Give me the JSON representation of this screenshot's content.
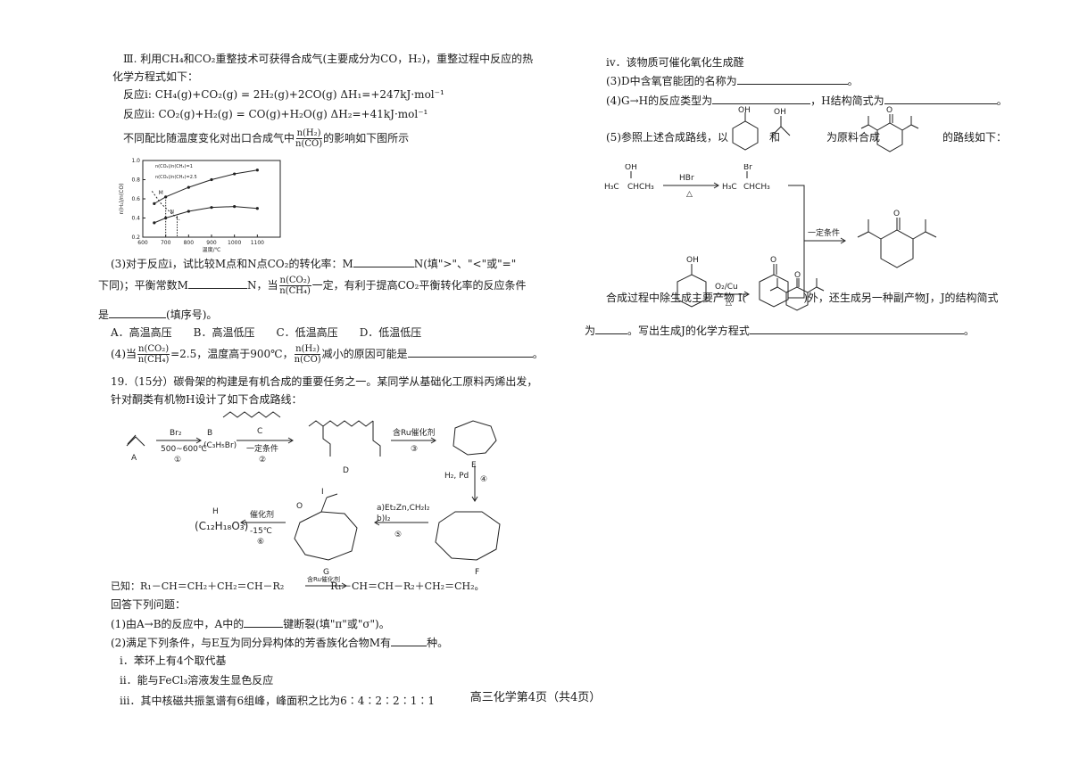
{
  "left": {
    "intro1": "Ⅲ. 利用CH₄和CO₂重整技术可获得合成气(主要成分为CO，H₂)，重整过程中反应的热",
    "intro2": "化学方程式如下：",
    "rxn1": "反应ⅰ: CH₄(g)+CO₂(g) = 2H₂(g)+2CO(g)   ΔH₁=+247kJ·mol⁻¹",
    "rxn2": "反应ⅱ: CO₂(g)+H₂(g) = CO(g)+H₂O(g)   ΔH₂=+41kJ·mol⁻¹",
    "graph_intro_pre": "不同配比随温度变化对出口合成气中",
    "graph_intro_post": "的影响如下图所示",
    "frac_h2": "n(H₂)",
    "frac_co": "n(CO)",
    "frac_co2": "n(CO₂)",
    "frac_ch4": "n(CH₄)",
    "q3_line1": "(3)对于反应ⅰ，试比较M点和N点CO₂的转化率：M",
    "q3_line1_end": "N(填\">\"、\"<\"或\"=\"",
    "q3_line2_a": "下同)；平衡常数M",
    "q3_line2_b": "N，当",
    "q3_line2_c": "一定，有利于提高CO₂平衡转化率的反应条件",
    "q3_line3_a": "是",
    "q3_line3_b": "(填序号)。",
    "choices": [
      "A．高温高压",
      "B．高温低压",
      "C．低温高压",
      "D．低温低压"
    ],
    "q4_a": "(4)当",
    "q4_b": "=2.5，温度高于900℃，",
    "q4_c": "减小的原因可能是",
    "q4_end": "。",
    "q19_line1": "19.（15分）碳骨架的构建是有机合成的重要任务之一。某同学从基础化工原料丙烯出发，",
    "q19_line2": "针对酮类有机物H设计了如下合成路线：",
    "known": "已知：R₁－CH＝CH₂＋CH₂＝CH－R₂",
    "known_cond": "含Ru催化剂",
    "known_prod": "R₁－CH＝CH－R₂＋CH₂＝CH₂。",
    "answer_intro": "回答下列问题：",
    "q1_a": "(1)由A→B的反应中，A中的",
    "q1_b": "键断裂(填\"π\"或\"σ\")。",
    "q2_a": "(2)满足下列条件，与E互为同分异构体的芳香族化合物M有",
    "q2_b": "种。",
    "cond_i": "ⅰ．苯环上有4个取代基",
    "cond_ii": "ⅱ．能与FeCl₃溶液发生显色反应",
    "cond_iii": "ⅲ．其中核磁共振氢谱有6组峰，峰面积之比为6∶4∶2∶2∶1∶1"
  },
  "scheme": {
    "A": "A",
    "B": "B",
    "B_formula": "(C₃H₅Br)",
    "C": "C",
    "D": "D",
    "E": "E",
    "F": "F",
    "G": "G",
    "H": "H",
    "H_formula": "(C₁₂H₁₈O₃)",
    "step1_top": "Br₂",
    "step1_bottom": "500~600℃",
    "step1_num": "①",
    "step2_bottom": "一定条件",
    "step2_num": "②",
    "step3_top": "含Ru催化剂",
    "step3_num": "③",
    "step4_top": "H₂, Pd",
    "step4_num": "④",
    "step5_a": "a)Et₂Zn,CH₂I₂",
    "step5_b": "b)I₂",
    "step5_num": "⑤",
    "step6_top": "催化剂",
    "step6_bottom": "-15℃",
    "step6_num": "⑥",
    "atom_O": "O",
    "atom_I": "I"
  },
  "chart_data": {
    "type": "line",
    "xlabel": "温度/℃",
    "ylabel": "n(H₂)/n(CO)",
    "xlim": [
      600,
      1200
    ],
    "ylim": [
      0.2,
      1.0
    ],
    "xticks": [
      600,
      700,
      800,
      900,
      1000,
      1100
    ],
    "yticks": [
      0.2,
      0.4,
      0.6,
      0.8,
      1.0
    ],
    "series": [
      {
        "name": "n(CO₂)/n(CH₄)=1",
        "x": [
          650,
          700,
          800,
          900,
          1000,
          1100
        ],
        "y": [
          0.55,
          0.62,
          0.72,
          0.8,
          0.86,
          0.9
        ]
      },
      {
        "name": "n(CO₂)/n(CH₄)=2.5",
        "x": [
          650,
          700,
          800,
          900,
          1000,
          1100
        ],
        "y": [
          0.35,
          0.4,
          0.47,
          0.51,
          0.52,
          0.5
        ]
      },
      {
        "name": "",
        "x": [
          640,
          680,
          720,
          760
        ],
        "y": [
          0.68,
          0.55,
          0.46,
          0.38
        ]
      }
    ],
    "points": [
      {
        "label": "M",
        "x": 700,
        "y": 0.62
      },
      {
        "label": "N",
        "x": 750,
        "y": 0.42
      }
    ],
    "legend": "top-left"
  },
  "right": {
    "iv": "ⅳ．该物质可催化氧化生成醛",
    "q3_a": "(3)D中含氧官能团的名称为",
    "q3_b": "。",
    "q4_a": "(4)G→H的反应类型为",
    "q4_b": "，H结构简式为",
    "q4_c": "。",
    "q5_a": "(5)参照上述合成路线，以",
    "q5_b": "和",
    "q5_c": "为原料合成",
    "q5_d": "的路线如下：",
    "r_oh": "OH",
    "r_h3c": "H₃C",
    "r_ch": "CHCH₃",
    "r_hbr": "HBr",
    "r_delta": "△",
    "r_br": "Br",
    "r_o2cu": "O₂/Cu",
    "r_cond": "一定条件",
    "r_o": "O",
    "by_a": "合成过程中除生成主要产物 I(",
    "by_b": ")外，还生成另一种副产物J，J的结构简式",
    "by_c": "为",
    "by_d": "。写出生成J的化学方程式",
    "by_e": "。"
  },
  "footer": "高三化学第4页（共4页）"
}
